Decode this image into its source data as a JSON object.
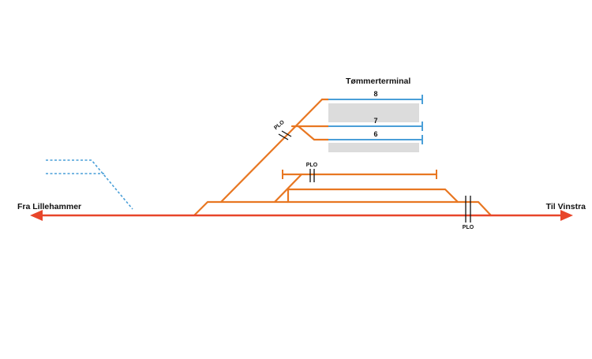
{
  "labels": {
    "west": "Fra Lillehammer",
    "east": "Til Vinstra",
    "terminal": "Tømmerterminal"
  },
  "tracks": {
    "t8": "8",
    "t7": "7",
    "t6": "6"
  },
  "plo": {
    "upper": "PLO",
    "middle": "PLO",
    "right": "PLO"
  },
  "colors": {
    "main_line": "#e8462a",
    "siding": "#e87722",
    "terminal_track": "#4a9fd8",
    "platform": "#dcdcdc",
    "text": "#111111",
    "background": "#ffffff"
  }
}
